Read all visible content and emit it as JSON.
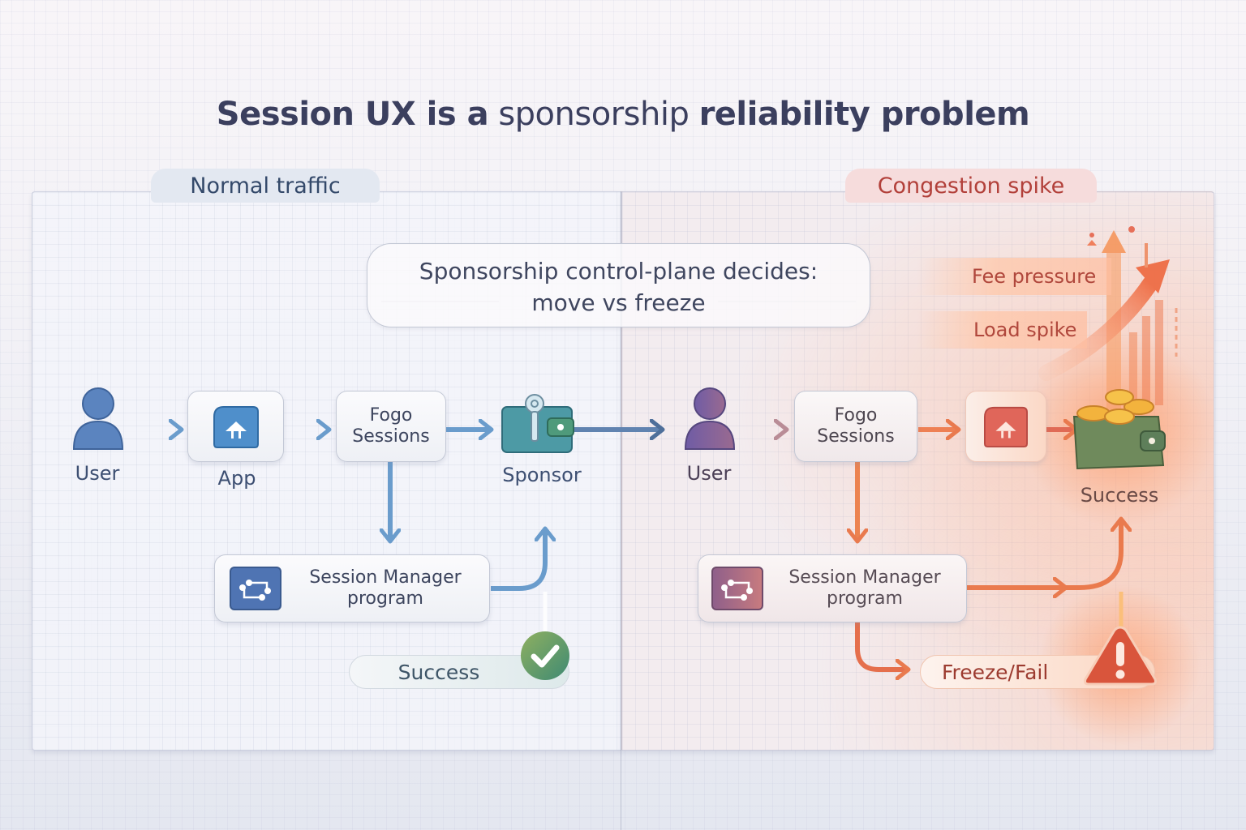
{
  "title": {
    "part1_bold": "Session UX is a",
    "part2_light": "sponsorship",
    "part3_bold": "reliability problem"
  },
  "panels": {
    "normal": {
      "label": "Normal traffic",
      "nodes": {
        "user": "User",
        "app": "App",
        "fogo_line1": "Fogo",
        "fogo_line2": "Sessions",
        "sponsor": "Sponsor",
        "manager_line1": "Session Manager",
        "manager_line2": "program",
        "outcome": "Success"
      },
      "icons": [
        "user-icon",
        "app-icon",
        "sponsor-wallet-key-icon",
        "program-flow-icon",
        "checkmark-icon"
      ],
      "accent": "#4f86c6"
    },
    "congestion": {
      "label": "Congestion spike",
      "nodes": {
        "user": "User",
        "fogo_line1": "Fogo",
        "fogo_line2": "Sessions",
        "manager_line1": "Session Manager",
        "manager_line2": "program",
        "success": "Success",
        "fail": "Freeze/Fail"
      },
      "pressures": [
        "Fee pressure",
        "Load spike"
      ],
      "icons": [
        "user-icon",
        "app-icon",
        "wallet-coins-icon",
        "program-flow-icon",
        "warning-icon",
        "trend-up-arrow-icon"
      ],
      "accent": "#e8734a"
    }
  },
  "control_plane": {
    "line1": "Sponsorship control-plane decides:",
    "line2": "move vs freeze"
  }
}
